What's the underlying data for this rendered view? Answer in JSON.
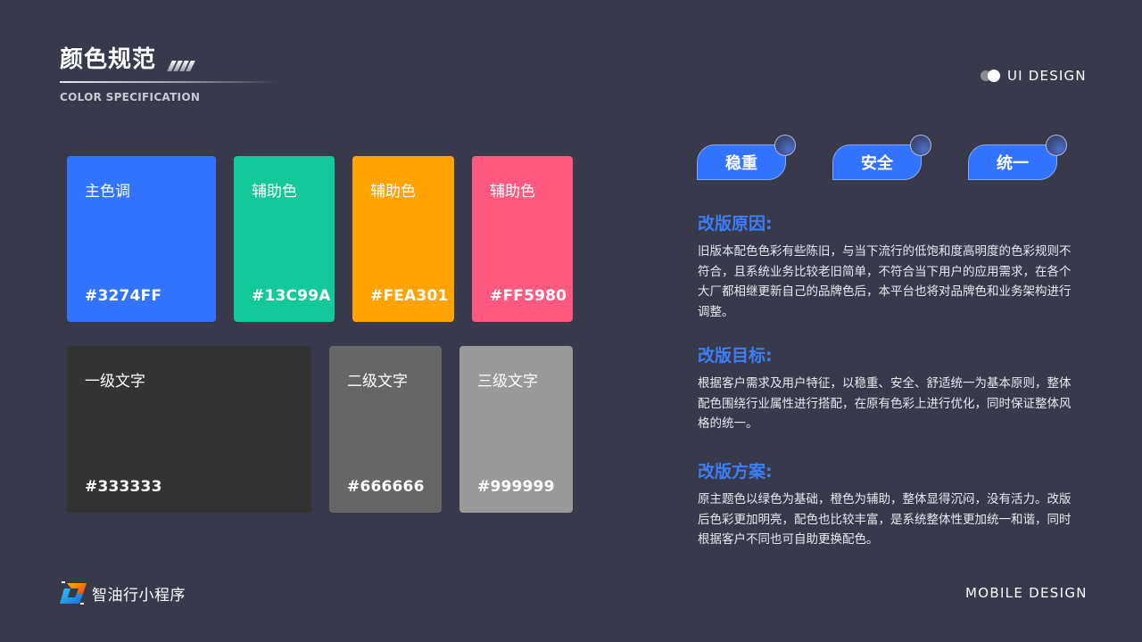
{
  "header": {
    "title": "颜色规范",
    "subtitle": "COLOR SPECIFICATION",
    "badge": "UI DESIGN"
  },
  "swatches": [
    {
      "name": "主色调",
      "hex": "#3274FF",
      "color": "#3274ff"
    },
    {
      "name": "辅助色",
      "hex": "#13C99A",
      "color": "#13c99a"
    },
    {
      "name": "辅助色",
      "hex": "#FEA301",
      "color": "#fea301"
    },
    {
      "name": "辅助色",
      "hex": "#FF5980",
      "color": "#ff5980"
    },
    {
      "name": "一级文字",
      "hex": "#333333",
      "color": "#333333"
    },
    {
      "name": "二级文字",
      "hex": "#666666",
      "color": "#666666"
    },
    {
      "name": "三级文字",
      "hex": "#999999",
      "color": "#999999"
    }
  ],
  "tags": [
    "稳重",
    "安全",
    "统一"
  ],
  "sections": [
    {
      "title": "改版原因:",
      "body": "旧版本配色色彩有些陈旧，与当下流行的低饱和度高明度的色彩规则不符合，且系统业务比较老旧简单，不符合当下用户的应用需求，在各个大厂都相继更新自己的品牌色后，本平台也将对品牌色和业务架构进行调整。"
    },
    {
      "title": "改版目标:",
      "body": "根据客户需求及用户特征，以稳重、安全、舒适统一为基本原则，整体配色围绕行业属性进行搭配，在原有色彩上进行优化，同时保证整体风格的统一。"
    },
    {
      "title": "改版方案:",
      "body": "原主题色以绿色为基础，橙色为辅助，整体显得沉闷，没有活力。改版后色彩更加明亮，配色也比较丰富，是系统整体性更加统一和谐，同时根据客户不同也可自助更换配色。"
    }
  ],
  "footer": {
    "brand": "智油行小程序",
    "right": "MOBILE DESIGN"
  },
  "colors": {
    "background": "#383a4c",
    "accent": "#3274ff",
    "section_title": "#3c7ef5"
  }
}
